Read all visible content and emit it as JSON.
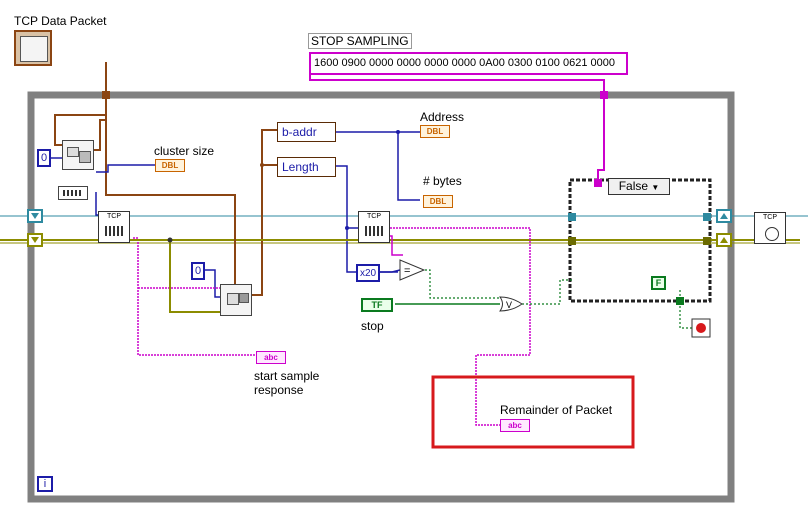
{
  "tcp_control_label": "TCP Data Packet",
  "stop_sampling_label": "STOP SAMPLING",
  "stop_sampling_value": "1600 0900 0000 0000 0000 0000 0A00 0300 0100 0621 0000",
  "cluster_size_label": "cluster size",
  "address_label": "Address",
  "bytes_label": "# bytes",
  "baddr_label": "b-addr",
  "length_label": "Length",
  "case_selector": "False",
  "stop_label": "stop",
  "start_sample_label": "start sample\nresponse",
  "remainder_label": "Remainder of Packet",
  "const_zero_1": "0",
  "const_zero_2": "0",
  "const_x20": "x20",
  "iteration_label": "i",
  "dbl_tag": "DBL",
  "abc_tag": "abc",
  "tf_tag": "TF",
  "f_const": "F",
  "tcp_tag": "TCP",
  "colors": {
    "loop_border": "#808080",
    "string_wire": "#cc00cc",
    "cluster_wire": "#8b4513",
    "numeric_wire": "#1c1ca8",
    "bool_wire": "#0a7a1f",
    "highlight_box": "#d7191c"
  },
  "icons": [
    "tcp-read-icon",
    "tcp-close-icon",
    "unbundle-icon",
    "stop-button-icon",
    "or-gate-icon",
    "equal-icon"
  ]
}
